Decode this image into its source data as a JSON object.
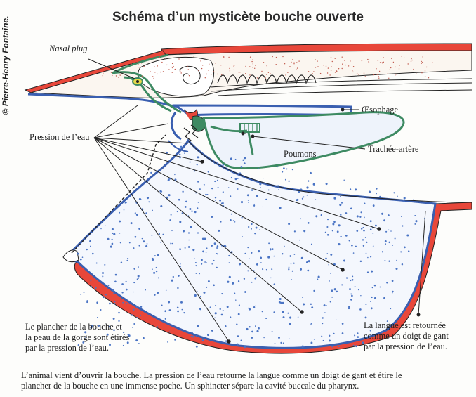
{
  "title": "Schéma d’un mysticète bouche ouverte",
  "credit": "© Pierre-Henry Fontaine.",
  "labels": {
    "nasal_plug": "Nasal plug",
    "pression": "Pression de l’eau",
    "oesophage": "Œsophage",
    "trachee": "Trachée-artère",
    "poumons": "Poumons"
  },
  "notes": {
    "left": [
      "Le plancher de la bouche et",
      "la peau de la gorge sont étirés",
      "par la pression de l’eau."
    ],
    "right": [
      "La langue est retournée",
      "comme un doigt de gant",
      "par la pression de l’eau."
    ]
  },
  "caption": [
    "L’animal vient d’ouvrir la bouche. La pression de l’eau retourne la langue comme un doigt de gant et étire le",
    "plancher de la bouche en une immense poche. Un sphincter sépare la cavité buccale du pharynx."
  ],
  "colors": {
    "blubber": "#e8473a",
    "skin": "#3a5fb0",
    "airway": "#3d8a62",
    "outline": "#222222",
    "dots": "#4a74c4"
  }
}
